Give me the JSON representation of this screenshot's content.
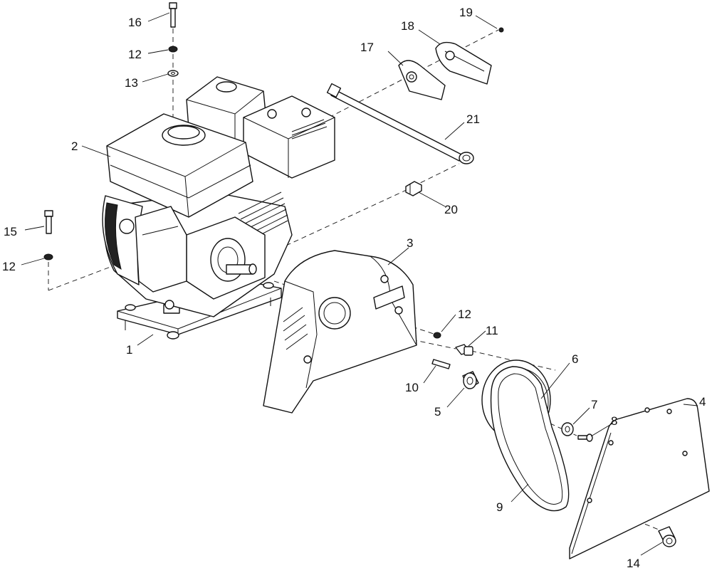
{
  "callouts": {
    "c1": "1",
    "c2": "2",
    "c3": "3",
    "c4": "4",
    "c5": "5",
    "c6": "6",
    "c7": "7",
    "c8": "8",
    "c9": "9",
    "c10": "10",
    "c11": "11",
    "c12a": "12",
    "c12b": "12",
    "c12c": "12",
    "c13": "13",
    "c14": "14",
    "c15": "15",
    "c16": "16",
    "c17": "17",
    "c18": "18",
    "c19": "19",
    "c20": "20",
    "c21": "21"
  }
}
